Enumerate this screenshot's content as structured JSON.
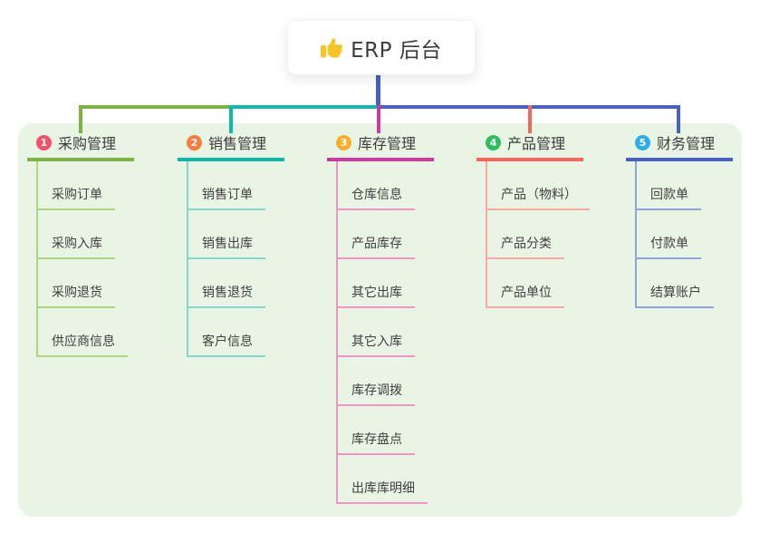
{
  "root": {
    "title": "ERP 后台",
    "icon": "thumbs-up-icon",
    "icon_color": "#f6c423",
    "stem_color": "#4a5fc4"
  },
  "connector_segments": {
    "left_color": "#7cb342",
    "middle_color": "#12b7ac",
    "right_color": "#4a5fc4"
  },
  "panel_background": "#e9f5e4",
  "branches": [
    {
      "index": "1",
      "label": "采购管理",
      "badge_color": "#f4526c",
      "line_color": "#7cb342",
      "child_line_color": "#aed581",
      "children": [
        "采购订单",
        "采购入库",
        "采购退货",
        "供应商信息"
      ]
    },
    {
      "index": "2",
      "label": "销售管理",
      "badge_color": "#fb7c3d",
      "line_color": "#12b7ac",
      "child_line_color": "#84d6ce",
      "children": [
        "销售订单",
        "销售出库",
        "销售退货",
        "客户信息"
      ]
    },
    {
      "index": "3",
      "label": "库存管理",
      "badge_color": "#ffad27",
      "line_color": "#cb3a9f",
      "child_line_color": "#f193c3",
      "children": [
        "仓库信息",
        "产品库存",
        "其它出库",
        "其它入库",
        "库存调拨",
        "库存盘点",
        "出库库明细"
      ]
    },
    {
      "index": "4",
      "label": "产品管理",
      "badge_color": "#2dbe60",
      "line_color": "#f4655c",
      "child_line_color": "#f9a9a3",
      "children": [
        "产品（物料）",
        "产品分类",
        "产品单位"
      ]
    },
    {
      "index": "5",
      "label": "财务管理",
      "badge_color": "#2facef",
      "line_color": "#4a5fc4",
      "child_line_color": "#91a3da",
      "children": [
        "回款单",
        "付款单",
        "结算账户"
      ]
    }
  ]
}
